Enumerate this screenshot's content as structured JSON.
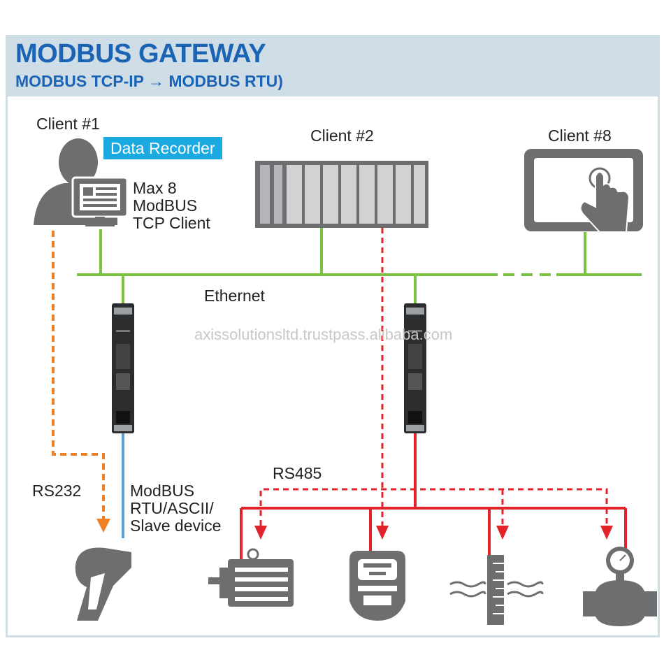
{
  "header": {
    "title": "MODBUS GATEWAY",
    "subtitle": "MODBUS TCP-IP → MODBUS RTU)"
  },
  "labels": {
    "client1": "Client #1",
    "client2": "Client #2",
    "client8": "Client #8",
    "data_recorder": "Data Recorder",
    "max_line1": "Max 8",
    "max_line2": "ModBUS",
    "max_line3": "TCP Client",
    "ethernet": "Ethernet",
    "rs232": "RS232",
    "rs485": "RS485",
    "slave_line1": "ModBUS",
    "slave_line2": "RTU/ASCII/",
    "slave_line3": "Slave device",
    "watermark": "axissolutionsltd.trustpass.alibaba.com"
  },
  "colors": {
    "title_blue": "#1a63b5",
    "header_bg": "#cfdde6",
    "badge_bg": "#1aa9e0",
    "ethernet_green": "#7cc242",
    "rs485_red": "#e3232b",
    "rs232_orange": "#f07f23",
    "serial_blue": "#5aa0d8",
    "icon_gray": "#6d6e70"
  }
}
